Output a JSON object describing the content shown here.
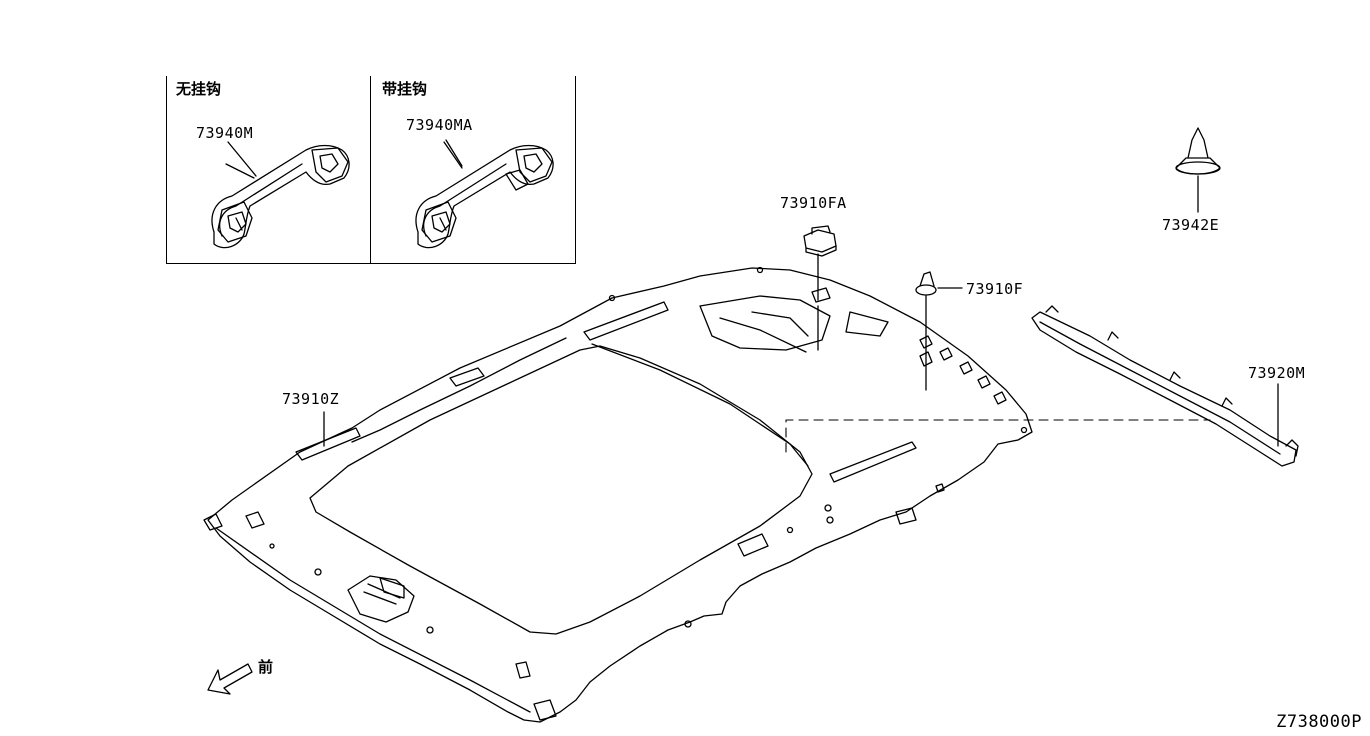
{
  "inset": {
    "left_title": "无挂钩",
    "right_title": "带挂钩",
    "left_part": "73940M",
    "right_part": "73940MA"
  },
  "parts": {
    "p73910FA": "73910FA",
    "p73942E": "73942E",
    "p73910F": "73910F",
    "p73920M": "73920M",
    "p73910Z": "73910Z"
  },
  "front_label": "前",
  "diagram_code": "Z738000P"
}
